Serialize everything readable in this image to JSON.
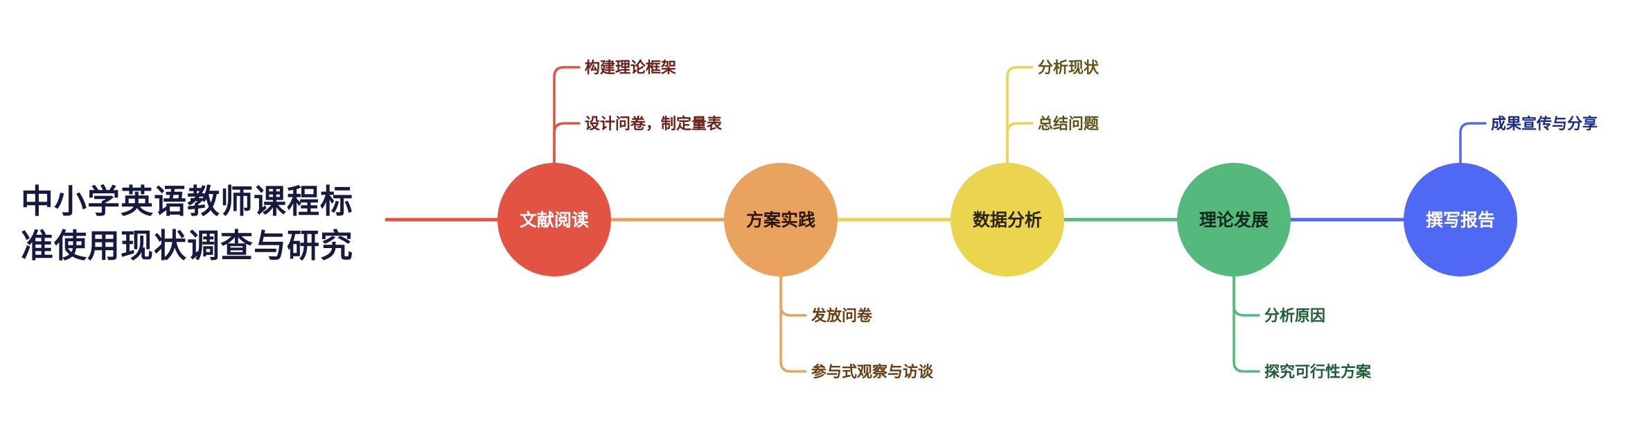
{
  "title": {
    "line1": "中小学英语教师课程标",
    "line2": "准使用现状调查与研究"
  },
  "stages": [
    {
      "id": "literature",
      "label": "文献阅读",
      "color": "#e25344",
      "text_color": "#ffffff",
      "branch_dir": "up",
      "children": [
        "构建理论框架",
        "设计问卷，制定量表"
      ],
      "child_color": "#6b2017"
    },
    {
      "id": "practice",
      "label": "方案实践",
      "color": "#e9a35f",
      "text_color": "#2a1606",
      "branch_dir": "down",
      "children": [
        "发放问卷",
        "参与式观察与访谈"
      ],
      "child_color": "#6b3d12"
    },
    {
      "id": "analysis",
      "label": "数据分析",
      "color": "#ebd44e",
      "text_color": "#2a2408",
      "branch_dir": "up",
      "children": [
        "分析现状",
        "总结问题"
      ],
      "child_color": "#5e5418"
    },
    {
      "id": "theory",
      "label": "理论发展",
      "color": "#55b87d",
      "text_color": "#0e2a18",
      "branch_dir": "down",
      "children": [
        "分析原因",
        "探究可行性方案"
      ],
      "child_color": "#1c5e35"
    },
    {
      "id": "report",
      "label": "撰写报告",
      "color": "#4f69f4",
      "text_color": "#ffffff",
      "branch_dir": "up",
      "children": [
        "成果宣传与分享"
      ],
      "child_color": "#1a2a8a"
    }
  ]
}
